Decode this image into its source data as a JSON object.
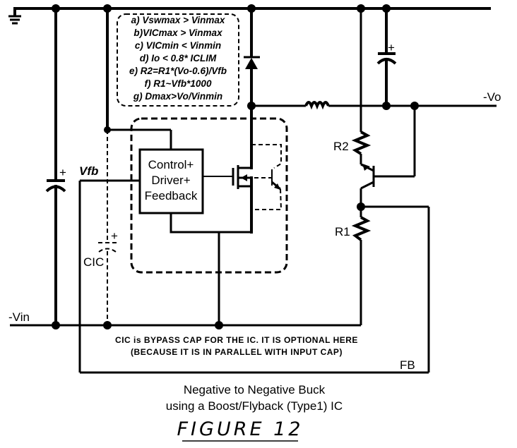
{
  "diagram": {
    "title_line1": "Negative to Negative Buck",
    "title_line2": "using a Boost/Flyback (Type1) IC",
    "figure_label": "FIGURE 12",
    "nodes": {
      "vin": "-Vin",
      "vo": "-Vo",
      "vfb": "Vfb",
      "fb": "FB"
    },
    "components": {
      "r1": "R1",
      "r2": "R2",
      "cic": "CIC",
      "cap_plus": "+",
      "ic_block": [
        "Control+",
        "Driver+",
        "Feedback"
      ]
    },
    "conditions": [
      "a) Vswmax > Vinmax",
      "b)VICmax > Vinmax",
      "c) VICmin < Vinmin",
      "d) Io < 0.8* ICLIM",
      "e) R2=R1*(Vo-0.6)/Vfb",
      "f) R1~Vfb*1000",
      "g) Dmax>Vo/Vinmin"
    ],
    "note_line1": "CIC is BYPASS CAP FOR THE IC. IT IS OPTIONAL HERE",
    "note_line2": "(BECAUSE IT IS IN PARALLEL WITH INPUT CAP)"
  }
}
